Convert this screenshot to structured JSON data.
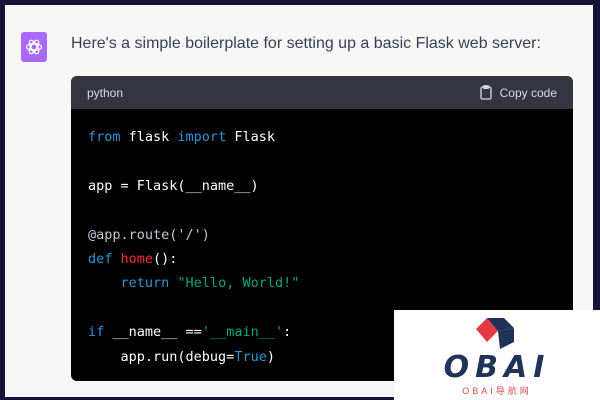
{
  "message": "Here's a simple boilerplate for setting up a basic Flask web server:",
  "code_block": {
    "language": "python",
    "copy_label": "Copy code",
    "lines": [
      [
        [
          "k",
          "from"
        ],
        [
          "",
          "flask"
        ],
        [
          "k",
          "import"
        ],
        [
          "",
          "Flask"
        ]
      ],
      [],
      [
        [
          "",
          "app = Flask(__name__)"
        ]
      ],
      [],
      [
        [
          "d",
          "@app.route('/')"
        ]
      ],
      [
        [
          "k",
          "def"
        ],
        [
          "f",
          "home"
        ],
        [
          "",
          "():"
        ]
      ],
      [
        [
          "",
          "    "
        ],
        [
          "k",
          "return"
        ],
        [
          "s",
          "\"Hello, World!\""
        ]
      ],
      [],
      [
        [
          "k",
          "if"
        ],
        [
          "",
          "__name__ =="
        ],
        [
          "s",
          "'__main__'"
        ],
        [
          "",
          ":"
        ]
      ],
      [
        [
          "",
          "    app.run(debug="
        ],
        [
          "k",
          "True"
        ],
        [
          "",
          ")"
        ]
      ]
    ]
  },
  "watermark": {
    "logo": "OBAI",
    "subtitle": "OBAI导航网"
  },
  "colors": {
    "accent": "#ab68ff",
    "keyword": "#2e95d3",
    "function": "#f22c3d",
    "string": "#00a67d"
  }
}
